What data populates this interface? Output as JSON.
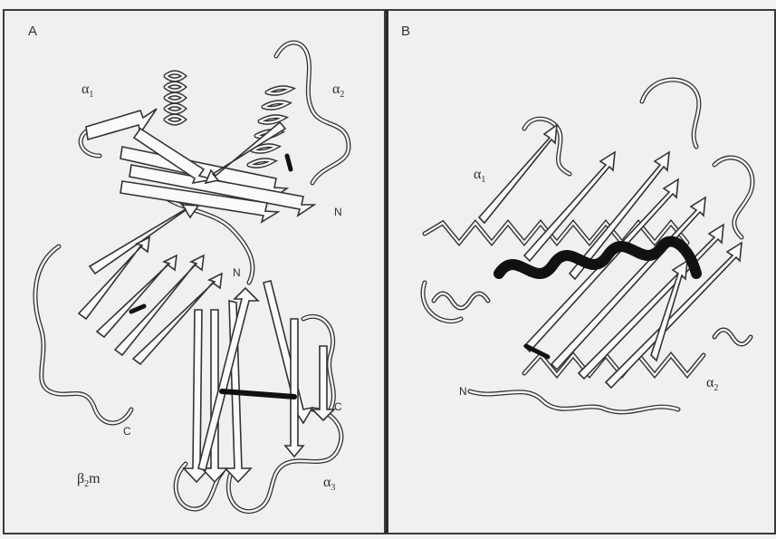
{
  "panels": [
    {
      "letter": "A",
      "labels": {
        "alpha1": "α",
        "alpha1_sub": "1",
        "alpha2": "α",
        "alpha2_sub": "2",
        "alpha3": "α",
        "alpha3_sub": "3",
        "beta2m": "β",
        "beta2m_sub": "2",
        "beta2m_suffix": "m",
        "n_terminus_1": "N",
        "n_terminus_2": "N",
        "c_terminus_1": "C",
        "c_terminus_2": "C"
      }
    },
    {
      "letter": "B",
      "labels": {
        "alpha1": "α",
        "alpha1_sub": "1",
        "alpha2": "α",
        "alpha2_sub": "2",
        "n_terminus": "N"
      }
    }
  ]
}
